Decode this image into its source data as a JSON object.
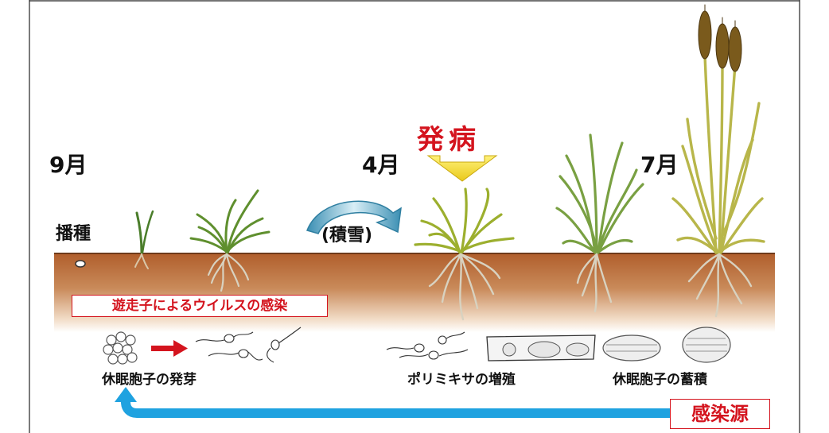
{
  "months": {
    "sep": "9月",
    "apr": "4月",
    "jul": "7月"
  },
  "sowing": "播種",
  "snow": "(積雪)",
  "disease_onset": "発病",
  "zoospore_infection": "遊走子によるウイルスの感染",
  "stage_captions": {
    "germination": "休眠胞子の発芽",
    "proliferation": "ポリミキサの増殖",
    "accumulation": "休眠胞子の蓄積"
  },
  "infection_source": "感染源",
  "colors": {
    "red": "#d4141e",
    "cycle_arrow": "#1fa2e0",
    "soil_top": "#b4622f",
    "snow_arrow": "#4aa0bf",
    "yellow_arrow": "#f1e13a",
    "leaf_green": "#5f8f2e",
    "wheat_head": "#7a5a1c"
  },
  "icons": {
    "cycle_arrow": "u-turn-arrow-icon",
    "snow_arrow": "curved-arrow-icon",
    "onset_arrow": "down-arrow-icon",
    "germ_arrow": "right-arrow-icon"
  }
}
